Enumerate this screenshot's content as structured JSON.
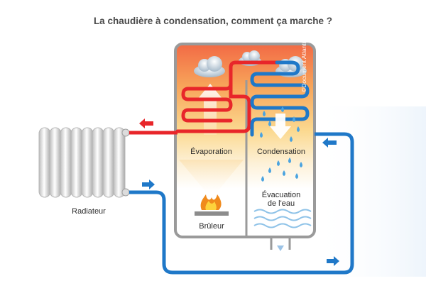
{
  "title": "La chaudière à condensation, comment ça marche ?",
  "labels": {
    "radiateur": "Radiateur",
    "evaporation": "Évaporation",
    "condensation": "Condensation",
    "bruleur": "Brûleur",
    "evacuation_line1": "Évacuation",
    "evacuation_line2": "de l'eau"
  },
  "credit": "©Document Atlantic",
  "colors": {
    "hot_pipe": "#e8262a",
    "cold_pipe": "#1f78c8",
    "boiler_outline": "#9a9a9a",
    "text": "#2b2b2b",
    "title": "#4a4a4a"
  }
}
